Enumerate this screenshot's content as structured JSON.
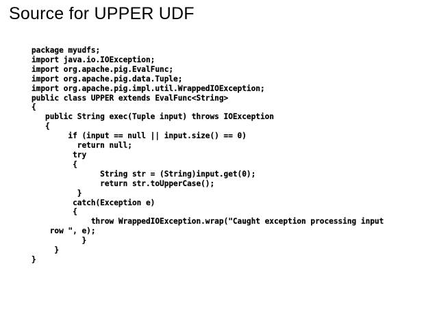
{
  "slide": {
    "title": "Source for UPPER UDF",
    "code_lines": [
      "package myudfs;",
      "import java.io.IOException;",
      "import org.apache.pig.EvalFunc;",
      "import org.apache.pig.data.Tuple;",
      "import org.apache.pig.impl.util.WrappedIOException;",
      "public class UPPER extends EvalFunc<String>",
      "{",
      "   public String exec(Tuple input) throws IOException",
      "   {",
      "        if (input == null || input.size() == 0)",
      "          return null;",
      "         try",
      "         {",
      "               String str = (String)input.get(0);",
      "               return str.toUpperCase();",
      "          }",
      "         catch(Exception e)",
      "         {",
      "             throw WrappedIOException.wrap(\"Caught exception processing input",
      "    row \", e);",
      "           }",
      "     }",
      "}"
    ],
    "colors": {
      "background": "#ffffff",
      "text": "#000000"
    }
  }
}
